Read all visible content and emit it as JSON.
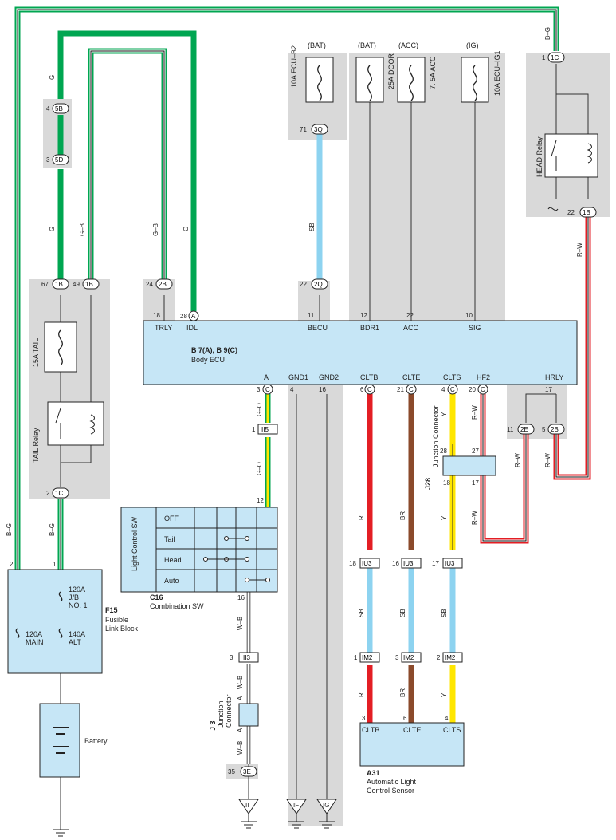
{
  "components": {
    "ecu": {
      "code": "B 7(A), B 9(C)",
      "name": "Body ECU",
      "pins_top": [
        "TRLY",
        "IDL",
        "BECU",
        "BDR1",
        "ACC",
        "SIG"
      ],
      "pins_bottom": [
        "A",
        "GND1",
        "GND2",
        "CLTB",
        "CLTE",
        "CLTS",
        "HF2",
        "HRLY"
      ]
    },
    "fusible_link": {
      "code": "F15",
      "name_line1": "Fusible",
      "name_line2": "Link Block",
      "jb_a": "120A",
      "jb_b": "J/B",
      "jb_c": "NO. 1",
      "main_a": "120A",
      "main_b": "MAIN",
      "alt_a": "140A",
      "alt_b": "ALT"
    },
    "combo_sw": {
      "code": "C16",
      "name": "Combination SW",
      "side_label": "Light Control SW",
      "positions": [
        "OFF",
        "Tail",
        "Head",
        "Auto"
      ]
    },
    "sensor": {
      "code": "A31",
      "name_line1": "Automatic Light",
      "name_line2": "Control Sensor",
      "pins": [
        "CLTB",
        "CLTE",
        "CLTS"
      ]
    },
    "battery": {
      "name": "Battery"
    },
    "tail_relay": {
      "name": "TAIL Relay"
    },
    "head_relay": {
      "name": "HEAD Relay"
    },
    "j28": {
      "code": "J28",
      "name": "Junction Connector"
    },
    "j3": {
      "code": "J 3",
      "name_line1": "Junction",
      "name_line2": "Connector"
    }
  },
  "fuses": [
    {
      "label": "15A TAIL"
    },
    {
      "label": "10A ECU–B2",
      "supply": "(BAT)"
    },
    {
      "label": "25A DOOR",
      "supply": "(BAT)"
    },
    {
      "label": "7. 5A ACC",
      "supply": "(ACC)"
    },
    {
      "label": "10A ECU–IG1",
      "supply": "(IG)"
    }
  ],
  "connectors": [
    "5B",
    "5D",
    "1B",
    "1B",
    "2B",
    "A",
    "3Q",
    "2Q",
    "1C",
    "1B",
    "1C",
    "C",
    "C",
    "C",
    "C",
    "C",
    "2E",
    "2B",
    "II5",
    "IU3",
    "IU3",
    "IU3",
    "IM2",
    "IM2",
    "IM2",
    "II3",
    "3E"
  ],
  "pin_numbers": [
    "4",
    "3",
    "67",
    "49",
    "24",
    "18",
    "28",
    "71",
    "22",
    "11",
    "12",
    "22",
    "10",
    "1",
    "22",
    "2",
    "3",
    "4",
    "16",
    "6",
    "21",
    "4",
    "20",
    "17",
    "11",
    "5",
    "1",
    "12",
    "28",
    "27",
    "18",
    "17",
    "18",
    "16",
    "17",
    "1",
    "3",
    "2",
    "3",
    "6",
    "4",
    "16",
    "3",
    "35",
    "2",
    "1"
  ],
  "wire_colors": [
    "G",
    "G",
    "G–B",
    "G–B",
    "G",
    "SB",
    "B–G",
    "R–W",
    "B–G",
    "B–G",
    "G–O",
    "G–O",
    "R",
    "BR",
    "Y",
    "R–W",
    "R–W",
    "R–W",
    "R–W",
    "Y",
    "SB",
    "SB",
    "SB",
    "R",
    "BR",
    "Y",
    "W–B",
    "W–B",
    "W–B",
    "A",
    "A"
  ],
  "grounds": [
    "II",
    "IF",
    "IG"
  ],
  "colors": {
    "green": "#00a651",
    "sky_blue": "#8dd3f0",
    "red": "#e31e24",
    "brown": "#8b4a2b",
    "yellow": "#ffe600",
    "component_fill": "#c6e6f6",
    "shade": "#d9d9d9"
  }
}
